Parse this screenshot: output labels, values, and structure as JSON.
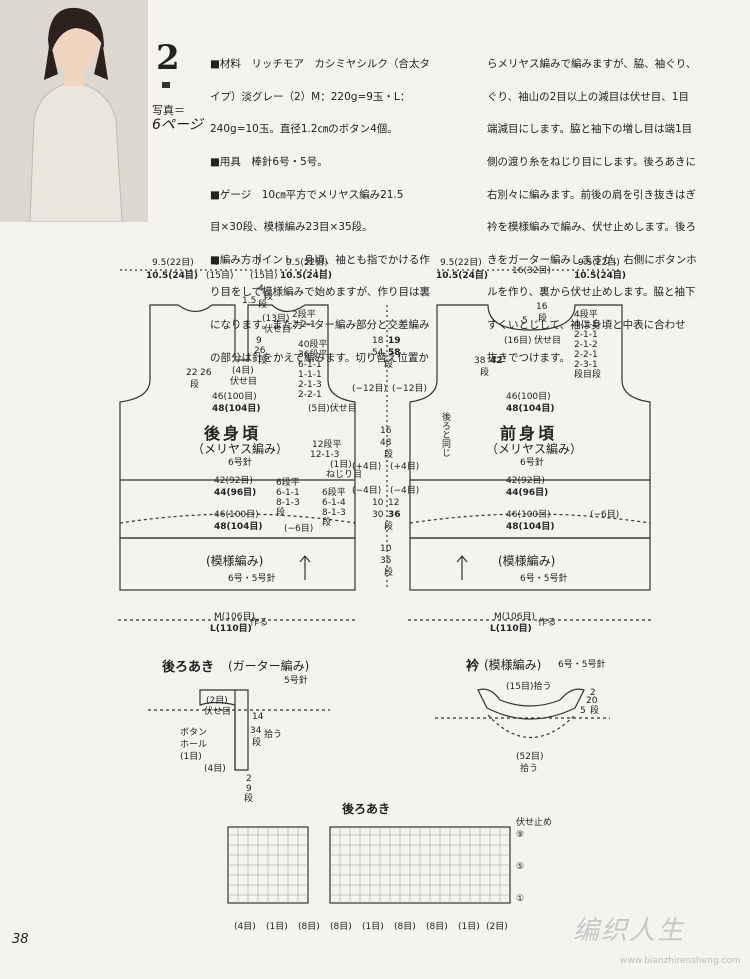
{
  "header": {
    "pattern_number": "2",
    "photo_ref_label": "写真＝",
    "photo_ref_page": "6ページ"
  },
  "instructions": {
    "col1": [
      "■材料　リッチモア　カシミヤシルク（合太タ",
      "イプ）淡グレー（2）M：220g=9玉・L：",
      "240g=10玉。直径1.2㎝のボタン4個。",
      "■用具　棒針6号・5号。",
      "■ゲージ　10㎝平方でメリヤス編み21.5",
      "目×30段、模様編み23目×35段。",
      "■編み方ポイント　身頃、袖とも指でかける作",
      "り目をして模様編みで始めますが、作り目は裏",
      "になります。またガーター編み部分と交差編み",
      "の部分は針をかえて編みます。切り替え位置か"
    ],
    "col2": [
      "らメリヤス編みで編みますが、脇、袖ぐり、",
      "ぐり、袖山の2目以上の減目は伏せ目、1目",
      "端減目にします。脇と袖下の増し目は端1目",
      "側の渡り糸をねじり目にします。後ろあきに",
      "右別々に編みます。前後の肩を引き抜きはぎ",
      "衿を模様編みで編み、伏せ止めします。後ろ",
      "きをガーター編みしますが、右側にボタンホ",
      "ルを作り、裏から伏せ止めします。脇と袖下",
      "すくいとじして、袖は身頃と中表に合わせ",
      "抜きでつけます。"
    ]
  },
  "back": {
    "top_m": "9.5(22目)",
    "top_l": "10.5(24目)",
    "seven_a": "7",
    "seven_a_st": "(15目)",
    "seven_b": "7",
    "seven_b_st": "(15目)",
    "top_m_r": "9.5(22目)",
    "top_l_r": "10.5(24目)",
    "four": "4",
    "four_r": "段",
    "one5": "1.5",
    "one5_r": "段",
    "thirteen": "(13目)",
    "fuse": "伏せ目",
    "two_dan": "2段平",
    "two_dec": "2-2-1",
    "nine": "9",
    "twentysix": "26",
    "dan": "段",
    "forty_dan": "40段平",
    "thirtysix_dan": "36段平",
    "r1": "6-1-1",
    "r2": "1-1-1",
    "r3": "2-1-3",
    "r4": "2-2-1",
    "twentytwo": "22",
    "twentysix_b": "26",
    "dan_b": "段",
    "four_st": "(4目)",
    "fuse_b": "伏せ目",
    "w46": "46(100目)",
    "w48": "48(104目)",
    "five_fuse": "(5目)伏せ目",
    "title": "後身頃",
    "subtitle": "（メリヤス編み）",
    "needle": "6号針",
    "twelve_dan": "12段平",
    "d1": "12-1-3",
    "one_st": "(1目)",
    "nejiri": "ねじり目",
    "w42": "42(92目)",
    "w44": "44(96目)",
    "six_dan": "6段平",
    "d2": "6-1-1",
    "d3": "8-1-3",
    "dan2": "段",
    "dan3": "段",
    "six_dan2": "6段平",
    "d4": "6-1-4",
    "d5": "8-1-3",
    "w46b": "46(100目)",
    "w48b": "48(104目)",
    "minus6": "(−6目)",
    "pattern_band": "(模様編み)",
    "band_needle": "6号・5号針",
    "cast_m": "M(106目)",
    "cast_l": "L(110目)",
    "cast_suffix": "作る"
  },
  "center": {
    "a18": "18",
    "a19": "19",
    "a54": "54",
    "a58": "58",
    "dan": "段",
    "minus12a": "(−12目)",
    "minus12b": "(−12目)",
    "b16": "16",
    "b48": "48",
    "dan2": "段",
    "plus4a": "(+4目)",
    "plus4b": "(+4目)",
    "minus4a": "(−4目)",
    "minus4b": "(−4目)",
    "c10": "10",
    "c12": "12",
    "c30": "30",
    "c36": "36",
    "dan3": "段",
    "d10": "10",
    "d35": "35",
    "dan4": "段",
    "sleeve_ref": "後ろと同じ"
  },
  "front": {
    "top_m": "9.5(22目)",
    "top_l": "10.5(24目)",
    "mid": "16(32目)",
    "top_m_r": "9.5(22目)",
    "top_l_r": "10.5(24目)",
    "sixteen": "16",
    "dan": "段",
    "five": "5",
    "sixteen_st": "(16目)",
    "fuse": "伏せ目",
    "four_dan": "4段平",
    "f1": "4-1-1",
    "f2": "2-1-1",
    "f3": "2-1-2",
    "f4": "2-2-1",
    "f5": "2-3-1",
    "f6": "段目段",
    "thirtyeight": "38",
    "fortytwo": "42",
    "dan2": "段",
    "w46": "46(100目)",
    "w48": "48(104目)",
    "title": "前身頃",
    "subtitle": "（メリヤス編み）",
    "needle": "6号針",
    "w42": "42(92目)",
    "w44": "44(96目)",
    "w46b": "46(100目)",
    "w48b": "48(104目)",
    "minus6": "(−6目)",
    "pattern_band": "(模様編み)",
    "band_needle": "6号・5号針",
    "cast_m": "M(106目)",
    "cast_l": "L(110目)",
    "cast_suffix": "作る"
  },
  "back_opening": {
    "title": "後ろあき",
    "title_sub": "(ガーター編み)",
    "needle": "5号針",
    "two_st": "(2目)",
    "fuse": "伏せ目",
    "button": "ボタン",
    "hole": "ホール",
    "one_st": "(1目)",
    "four_st": "(4目)",
    "fourteen": "14",
    "thirtyfour": "34",
    "hirou": "拾う",
    "dan": "段",
    "two": "2",
    "nine": "9",
    "dan2": "段"
  },
  "collar": {
    "title": "衿",
    "title_sub": "(模様編み)",
    "needle": "6号・5号針",
    "fifteen": "(15目)拾う",
    "two": "2",
    "twenty": "20",
    "five": "5",
    "dan": "段",
    "fiftytwo": "(52目)",
    "hirou": "拾う"
  },
  "chart": {
    "title": "後ろあき",
    "end": "伏せ止め",
    "row9": "⑨",
    "row5": "⑤",
    "row1": "①",
    "b1": "(4目)",
    "b2": "(1目)",
    "b3": "(8目)",
    "b4": "(8目)",
    "b5": "(1目)",
    "b6": "(8目)",
    "b7": "(8目)",
    "b8": "(1目)",
    "b9": "(2目)"
  },
  "footer": {
    "page": "38",
    "watermark": "编织人生",
    "url": "www.bianzhirensheng.com"
  }
}
